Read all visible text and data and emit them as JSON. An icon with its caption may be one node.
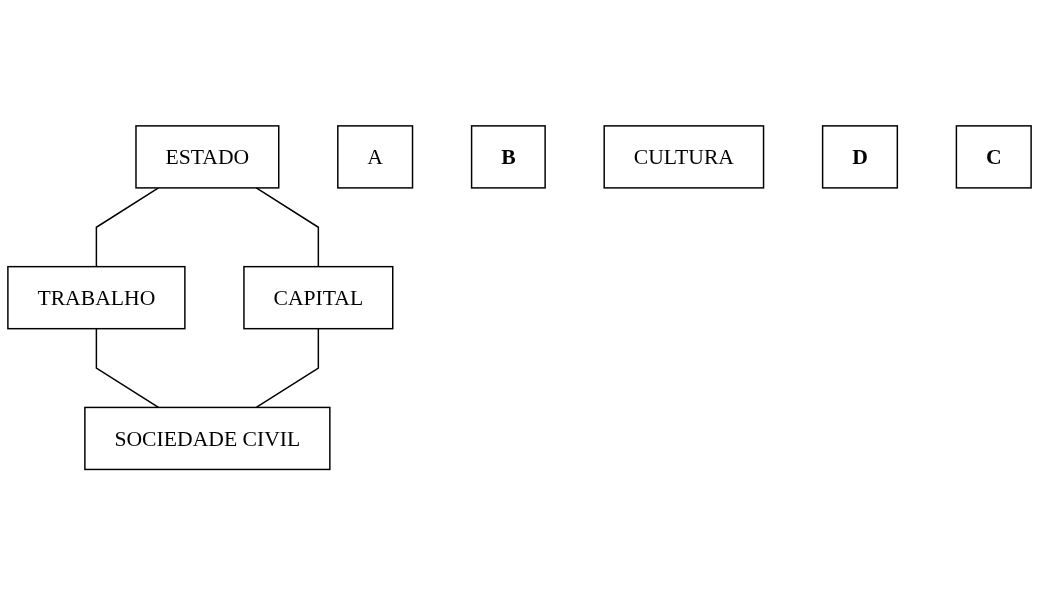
{
  "diagram": {
    "nodes": [
      {
        "text": [
          "ESTADO"
        ]
      },
      {
        "text": [
          "A"
        ]
      },
      {
        "text": [
          "B"
        ]
      },
      {
        "text": [
          "TRABALHO"
        ]
      },
      {
        "text": [
          "CULTURA"
        ]
      },
      {
        "text": [
          "CAPITAL"
        ]
      },
      {
        "text": [
          "D"
        ]
      },
      {
        "text": [
          "C"
        ]
      },
      {
        "text": [
          "SOCIEDADE CIVIL"
        ]
      }
    ],
    "edges": [
      {
        "from": 0,
        "to": 3,
        "arrow": "none"
      },
      {
        "from": 0,
        "to": 5,
        "arrow": "none"
      },
      {
        "from": 3,
        "to": 8,
        "arrow": "none"
      },
      {
        "from": 5,
        "to": 8,
        "arrow": "none"
      }
    ]
  }
}
